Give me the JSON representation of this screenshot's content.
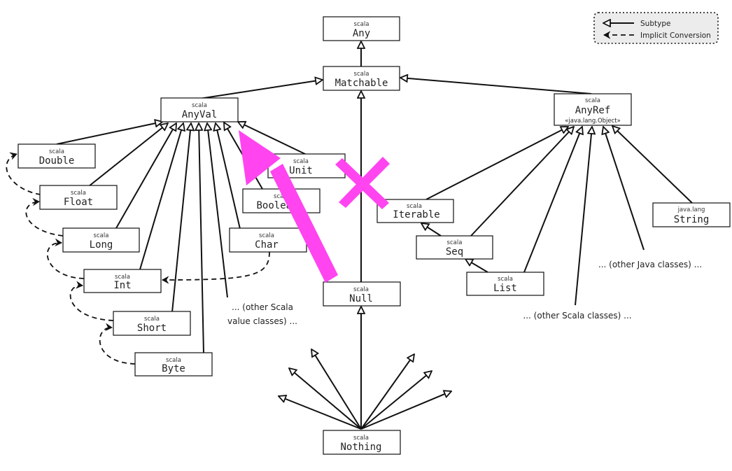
{
  "legend": {
    "subtype_label": "Subtype",
    "implicit_label": "Implicit Conversion"
  },
  "nodes": {
    "any": {
      "pkg": "scala",
      "name": "Any"
    },
    "matchable": {
      "pkg": "scala",
      "name": "Matchable"
    },
    "anyval": {
      "pkg": "scala",
      "name": "AnyVal"
    },
    "anyref": {
      "pkg": "scala",
      "name": "AnyRef",
      "stereotype": "«java.lang.Object»"
    },
    "double": {
      "pkg": "scala",
      "name": "Double"
    },
    "float": {
      "pkg": "scala",
      "name": "Float"
    },
    "long": {
      "pkg": "scala",
      "name": "Long"
    },
    "int": {
      "pkg": "scala",
      "name": "Int"
    },
    "short": {
      "pkg": "scala",
      "name": "Short"
    },
    "byte": {
      "pkg": "scala",
      "name": "Byte"
    },
    "unit": {
      "pkg": "scala",
      "name": "Unit"
    },
    "boolean": {
      "pkg": "scala",
      "name": "Boolean"
    },
    "char": {
      "pkg": "scala",
      "name": "Char"
    },
    "null": {
      "pkg": "scala",
      "name": "Null"
    },
    "nothing": {
      "pkg": "scala",
      "name": "Nothing"
    },
    "iterable": {
      "pkg": "scala",
      "name": "Iterable"
    },
    "seq": {
      "pkg": "scala",
      "name": "Seq"
    },
    "list": {
      "pkg": "scala",
      "name": "List"
    },
    "string": {
      "pkg": "java.lang",
      "name": "String"
    }
  },
  "notes": {
    "other_value_classes_line1": "... (other Scala",
    "other_value_classes_line2": "value classes) ...",
    "other_scala_classes": "... (other Scala classes) ...",
    "other_java_classes": "... (other Java classes) ..."
  },
  "subtype_edges": [
    [
      "matchable",
      "any"
    ],
    [
      "anyval",
      "matchable"
    ],
    [
      "anyref",
      "matchable"
    ],
    [
      "double",
      "anyval"
    ],
    [
      "float",
      "anyval"
    ],
    [
      "long",
      "anyval"
    ],
    [
      "int",
      "anyval"
    ],
    [
      "short",
      "anyval"
    ],
    [
      "byte",
      "anyval"
    ],
    [
      "unit",
      "anyval"
    ],
    [
      "boolean",
      "anyval"
    ],
    [
      "char",
      "anyval"
    ],
    [
      "iterable",
      "anyref"
    ],
    [
      "seq",
      "anyref"
    ],
    [
      "list",
      "anyref"
    ],
    [
      "string",
      "anyref"
    ],
    [
      "seq",
      "iterable"
    ],
    [
      "list",
      "seq"
    ],
    [
      "null",
      "matchable"
    ],
    [
      "nothing",
      "null"
    ]
  ],
  "implicit_conversions": [
    [
      "float",
      "double"
    ],
    [
      "long",
      "float"
    ],
    [
      "int",
      "long"
    ],
    [
      "short",
      "int"
    ],
    [
      "byte",
      "short"
    ],
    [
      "char",
      "int"
    ]
  ],
  "annotation": {
    "color": "#ff44f0",
    "arrow_meaning": "arrow pointing from Null toward AnyVal",
    "cross_meaning": "cross over the Null to Matchable edge"
  }
}
